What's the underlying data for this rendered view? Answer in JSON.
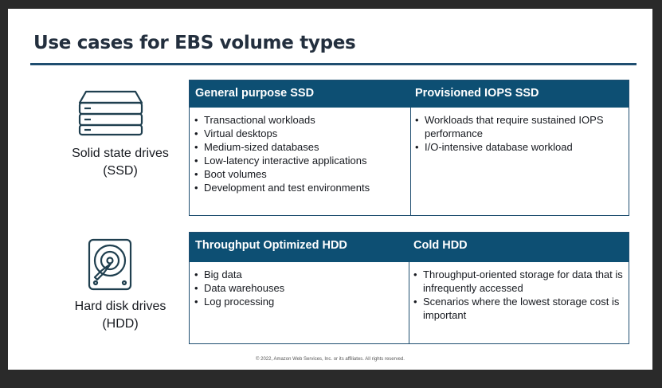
{
  "title": "Use cases for EBS volume types",
  "rows": [
    {
      "label": [
        "Solid state drives",
        "(SSD)"
      ],
      "icon": "ssd-stack-icon",
      "columns": [
        {
          "header": "General purpose SSD",
          "items": [
            "Transactional workloads",
            "Virtual desktops",
            "Medium-sized databases",
            "Low-latency interactive applications",
            "Boot volumes",
            "Development and test environments"
          ]
        },
        {
          "header": "Provisioned IOPS SSD",
          "items": [
            "Workloads that require sustained IOPS performance",
            "I/O-intensive database workload"
          ]
        }
      ]
    },
    {
      "label": [
        "Hard disk drives",
        "(HDD)"
      ],
      "icon": "hdd-icon",
      "columns": [
        {
          "header": "Throughput Optimized HDD",
          "items": [
            "Big data",
            "Data warehouses",
            "Log processing"
          ]
        },
        {
          "header": "Cold HDD",
          "items": [
            "Throughput-oriented storage for data that is infrequently accessed",
            "Scenarios where the lowest storage cost is important"
          ]
        }
      ]
    }
  ],
  "footer": "© 2022, Amazon Web Services, Inc. or its affiliates. All rights reserved.",
  "colors": {
    "header_bg": "#0d4f73",
    "rule": "#1f4e70",
    "icon": "#1f3f4f"
  }
}
